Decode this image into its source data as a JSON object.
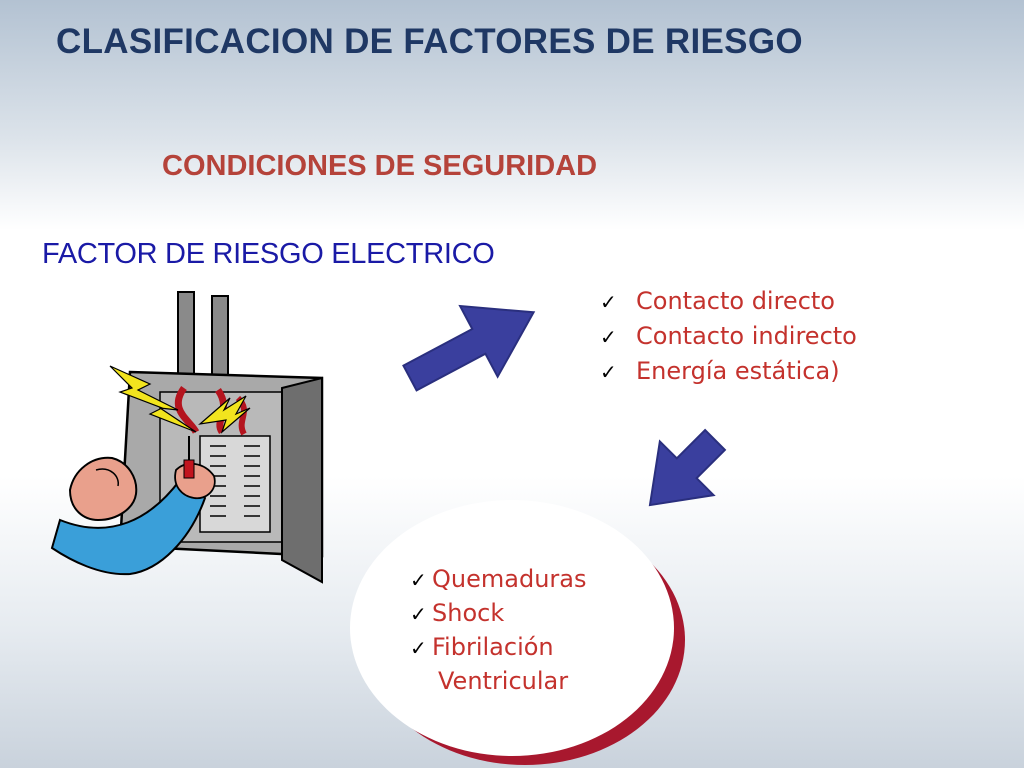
{
  "slide": {
    "title": "CLASIFICACION DE FACTORES DE RIESGO",
    "subtitle": "CONDICIONES DE SEGURIDAD",
    "factor": "FACTOR DE RIESGO ELECTRICO"
  },
  "contacts": {
    "items": [
      "Contacto directo",
      "Contacto indirecto",
      "Energía estática"
    ],
    "closing_paren": ")"
  },
  "effects": {
    "items": [
      "Quemaduras",
      "Shock",
      "Fibrilación"
    ],
    "continuation": "Ventricular"
  },
  "icons": {
    "check": "check-icon",
    "arrow_right": "arrow-up-right-icon",
    "arrow_down": "arrow-down-left-icon",
    "illustration": "electrician-panel-icon"
  },
  "colors": {
    "title": "#1f3864",
    "subtitle": "#b5433a",
    "factor": "#1a1aa6",
    "list_text": "#c4322d",
    "arrow": "#3a3f9e",
    "oval_shadow": "#a8182e"
  }
}
